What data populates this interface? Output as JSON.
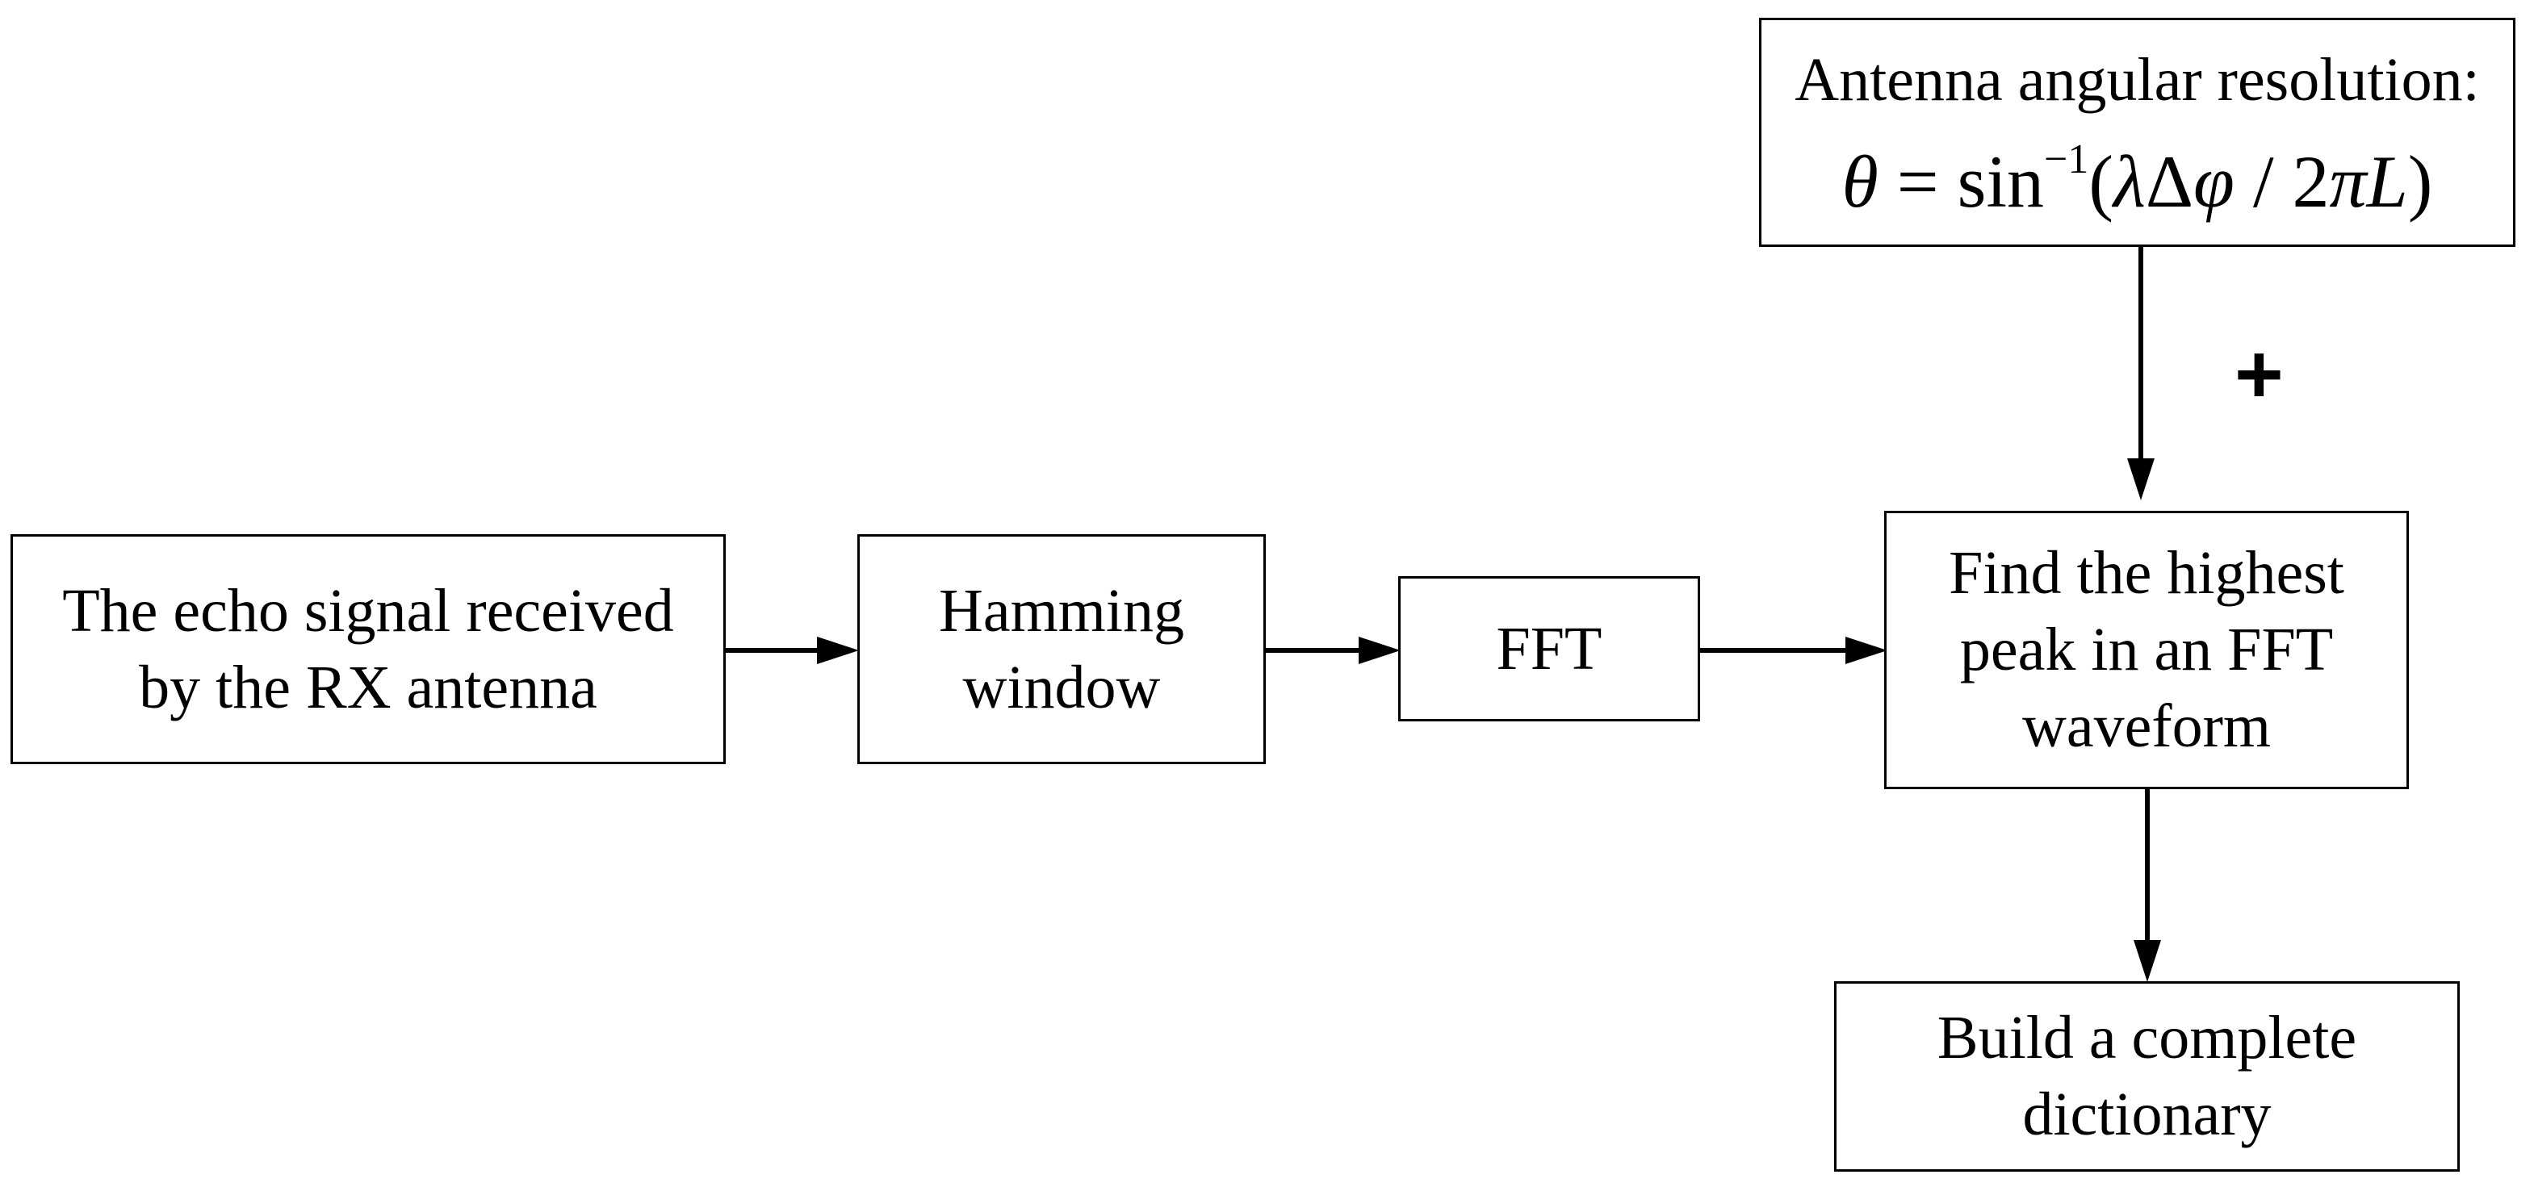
{
  "boxes": {
    "echo": {
      "lines": [
        "The echo signal received",
        "by the RX antenna"
      ]
    },
    "hamming": {
      "lines": [
        "Hamming",
        "window"
      ]
    },
    "fft": {
      "lines": [
        "FFT"
      ]
    },
    "peak": {
      "lines": [
        "Find the highest",
        "peak in an FFT",
        "waveform"
      ]
    },
    "dictionary": {
      "lines": [
        "Build a complete",
        "dictionary"
      ]
    },
    "resolution": {
      "title": "Antenna angular resolution:",
      "formula": {
        "theta": "θ",
        "equals": " = sin",
        "exponent": "−1",
        "open": "(",
        "lambda": "λ",
        "delta": "Δ",
        "phi": "φ",
        "slash": " / 2",
        "pi": "π",
        "L": "L",
        "close": ")"
      }
    }
  },
  "plus_sign": "+"
}
